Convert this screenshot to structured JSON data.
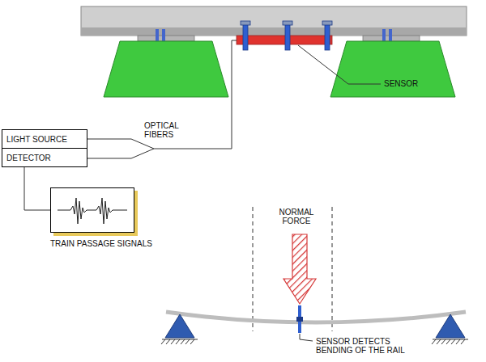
{
  "diagram": {
    "nodes": [
      {
        "text": [
          "LIGHT SOURCE"
        ]
      },
      {
        "text": [
          "DETECTOR"
        ]
      },
      {
        "text": [
          "TRAIN PASSAGE SIGNALS"
        ]
      }
    ],
    "edges": [
      {
        "from": 1,
        "to": 2,
        "arrow": "none"
      }
    ],
    "labels": [
      "OPTICAL FIBERS",
      "SENSOR",
      "NORMAL FORCE",
      "SENSOR DETECTS BENDING OF THE RAIL"
    ]
  }
}
